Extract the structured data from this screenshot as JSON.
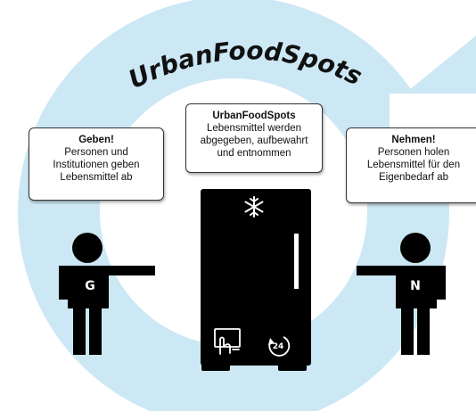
{
  "title": "UrbanFoodSpots",
  "colors": {
    "arrow": "#cce8f5",
    "figure": "#000000",
    "text_white": "#ffffff"
  },
  "left_box": {
    "title": "Geben!",
    "text": "Personen und\nInstitutionen geben\nLebensmittel ab"
  },
  "center_box": {
    "title": "UrbanFoodSpots",
    "text": "Lebensmittel werden\nabgegeben, aufbewahrt\nund entnommen"
  },
  "right_box": {
    "title": "Nehmen!",
    "text": "Personen holen\nLebensmittel für den\nEigenbedarf ab"
  },
  "left_person": {
    "letter": "G"
  },
  "right_person": {
    "letter": "N"
  },
  "fridge": {
    "top_icon": "snowflake-icon",
    "bottom_left_icon": "hand-tap-icon",
    "bottom_right_icon": "24h-clock-icon",
    "clock_label": "24"
  }
}
